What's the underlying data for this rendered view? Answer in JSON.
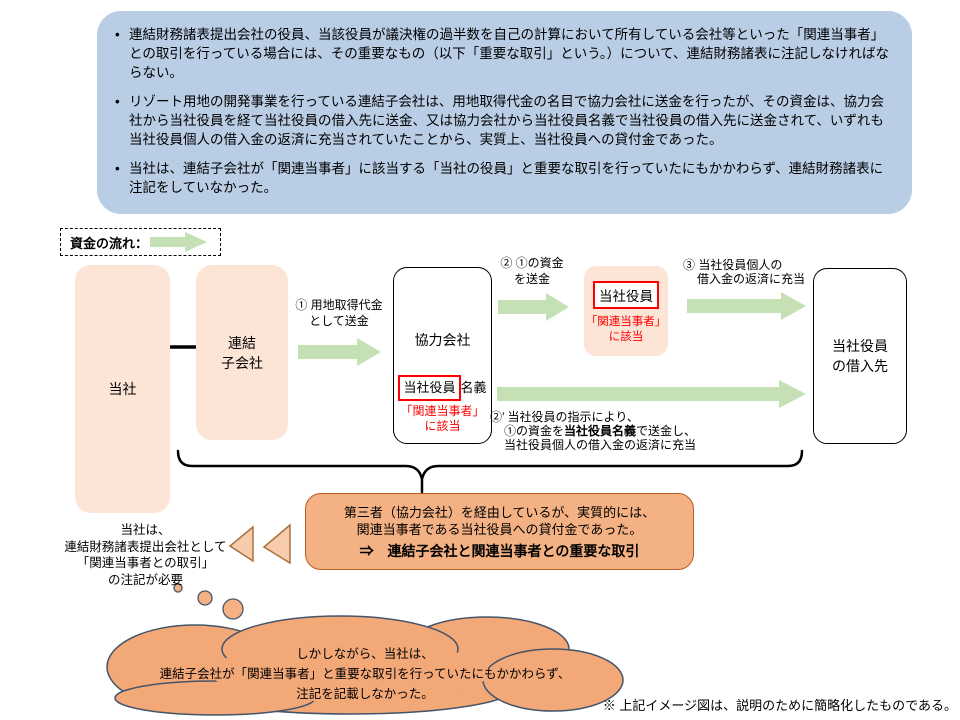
{
  "colors": {
    "panel_blue": "#b9cde5",
    "node_peach": "#fce4d6",
    "arrow_green": "#c5e0b4",
    "conclusion_orange": "#f4b183",
    "cloud_orange": "#f3a878",
    "cloud_border": "#44546a",
    "highlight_red": "#ff0000",
    "conclusion_border": "#bc5b21"
  },
  "blue_box": {
    "bullet": "•",
    "bullets": [
      "連結財務諸表提出会社の役員、当該役員が議決権の過半数を自己の計算において所有している会社等といった「関連当事者」との取引を行っている場合には、その重要なもの（以下「重要な取引」という。）について、連結財務諸表に注記しなければならない。",
      "リゾート用地の開発事業を行っている連結子会社は、用地取得代金の名目で協力会社に送金を行ったが、その資金は、協力会社から当社役員を経て当社役員の借入先に送金、又は協力会社から当社役員名義で当社役員の借入先に送金されて、いずれも当社役員個人の借入金の返済に充当されていたことから、実質上、当社役員への貸付金であった。",
      "当社は、連結子会社が「関連当事者」に該当する「当社の役員」と重要な取引を行っていたにもかかわらず、連結財務諸表に注記をしていなかった。"
    ]
  },
  "legend": {
    "label": "資金の流れ："
  },
  "nodes": {
    "company": "当社",
    "subsidiary_line1": "連結",
    "subsidiary_line2": "子会社",
    "partner": "協力会社",
    "partner_officer": "当社役員",
    "partner_meigi": "名義",
    "partner_related_line1": "「関連当事者」",
    "partner_related_line2": "に該当",
    "officer": "当社役員",
    "officer_related_line1": "「関連当事者」",
    "officer_related_line2": "に該当",
    "lender_line1": "当社役員",
    "lender_line2": "の借入先"
  },
  "arrows": {
    "a1_line1": "① 用地取得代金",
    "a1_line2": "として送金",
    "a2_line1": "② ①の資金",
    "a2_line2": "を送金",
    "a3_line1": "③ 当社役員個人の",
    "a3_line2": "借入金の返済に充当",
    "a2d_line1": "②’ 当社役員の指示により、",
    "a2d_line2_pre": "①の資金を",
    "a2d_line2_bold": "当社役員名義",
    "a2d_line2_post": "で送金し、",
    "a2d_line3": "当社役員個人の借入金の返済に充当"
  },
  "conclusion": {
    "line1": "第三者（協力会社）を経由しているが、実質的には、",
    "line2": "関連当事者である当社役員への貸付金であった。",
    "line3": "⇒　連結子会社と関連当事者との重要な取引"
  },
  "left_note": {
    "line1": "当社は、",
    "line2": "連結財務諸表提出会社として",
    "line3": "「関連当事者との取引」",
    "line4": "の注記が必要"
  },
  "cloud": {
    "line1": "しかしながら、当社は、",
    "line2": "連結子会社が「関連当事者」と重要な取引を行っていたにもかかわらず、",
    "line3": "注記を記載しなかった。"
  },
  "footnote": "※ 上記イメージ図は、説明のために簡略化したものである。"
}
